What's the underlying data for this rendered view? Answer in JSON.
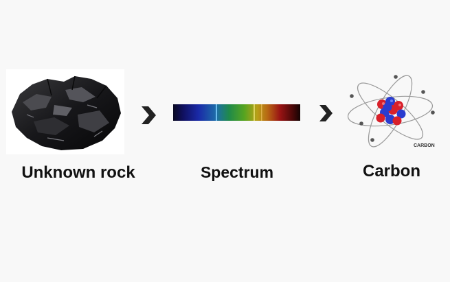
{
  "steps": [
    {
      "label": "Unknown rock",
      "icon": "coal-rock-image"
    },
    {
      "label": "Spectrum",
      "icon": "emission-spectrum-bar"
    },
    {
      "label": "Carbon",
      "icon": "carbon-atom-model"
    }
  ],
  "connectors": [
    "chevron-right-icon",
    "chevron-right-icon"
  ],
  "atom_label": "CARBON",
  "colors": {
    "background": "#f8f8f8",
    "caption": "#111111",
    "arrow": "#222222",
    "proton": "#d8202a",
    "neutron": "#2a3ccf"
  }
}
